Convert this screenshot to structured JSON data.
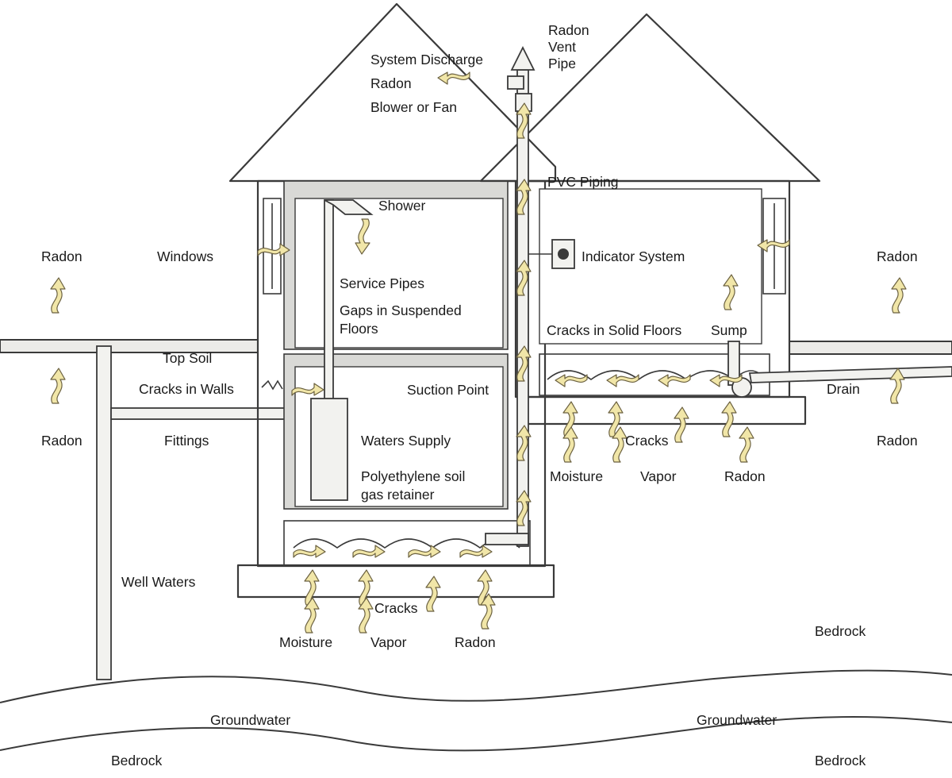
{
  "labels": {
    "system_discharge": "System Discharge",
    "radon_discharge": "Radon",
    "blower_fan": "Blower or Fan",
    "radon_vent_pipe_1": "Radon",
    "radon_vent_pipe_2": "Vent",
    "radon_vent_pipe_3": "Pipe",
    "shower": "Shower",
    "pvc_piping": "PVC Piping",
    "windows": "Windows",
    "indicator_system": "Indicator System",
    "service_pipes": "Service Pipes",
    "gaps_suspended_1": "Gaps in Suspended",
    "gaps_suspended_2": "Floors",
    "cracks_solid_floors": "Cracks in Solid Floors",
    "sump": "Sump",
    "top_soil": "Top Soil",
    "cracks_in_walls": "Cracks in Walls",
    "suction_point": "Suction Point",
    "drain": "Drain",
    "fittings": "Fittings",
    "waters_supply": "Waters Supply",
    "cracks_right": "Cracks",
    "polyethylene_1": "Polyethylene soil",
    "polyethylene_2": "gas retainer",
    "moisture_right": "Moisture",
    "vapor_right": "Vapor",
    "radon_right_floor": "Radon",
    "well_waters": "Well Waters",
    "cracks_left": "Cracks",
    "moisture_left": "Moisture",
    "vapor_left": "Vapor",
    "radon_left_floor": "Radon",
    "bedrock_upper": "Bedrock",
    "groundwater_left": "Groundwater",
    "groundwater_right": "Groundwater",
    "bedrock_lower_left": "Bedrock",
    "bedrock_lower_right": "Bedrock",
    "radon_outside_left_top": "Radon",
    "radon_outside_left_bottom": "Radon",
    "radon_outside_right_top": "Radon",
    "radon_outside_right_bottom": "Radon"
  },
  "colors": {
    "arrow_fill": "#f1e6a8",
    "line": "#3a3a3a",
    "shade": "#d9d9d6"
  }
}
